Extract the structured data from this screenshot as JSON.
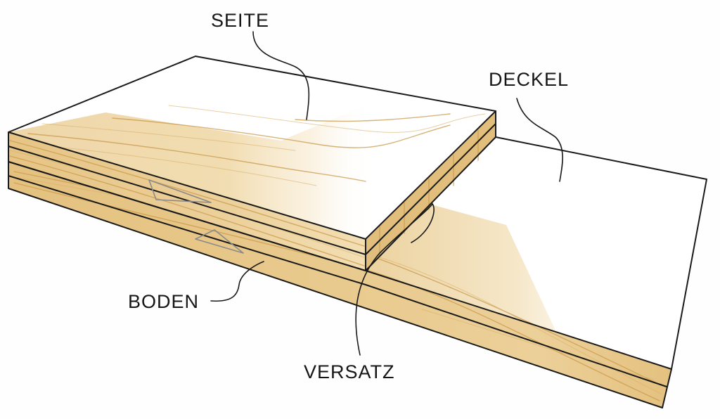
{
  "labels": {
    "seite": "SEITE",
    "deckel": "DECKEL",
    "boden": "BODEN",
    "versatz": "VERSATZ"
  },
  "colors": {
    "wood_light": "#f3dfb4",
    "wood_mid": "#e6c68a",
    "wood_dark": "#c99a4e",
    "ink": "#1a1a1a",
    "paper": "#fefefe"
  }
}
